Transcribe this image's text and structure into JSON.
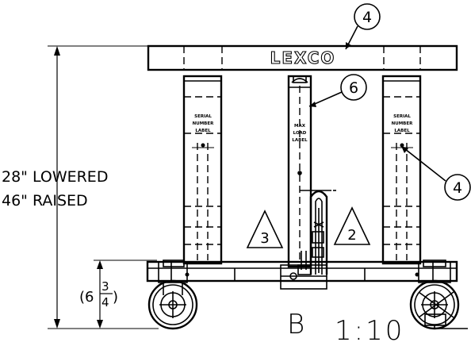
{
  "dimensions": {
    "height_lowered": "28\" LOWERED",
    "height_raised": "46\" RAISED",
    "caster_open": "(6",
    "caster_num": "3",
    "caster_den": "4",
    "caster_close": ")"
  },
  "balloons": {
    "top_cap": "4",
    "center_column": "6",
    "right_column": "4"
  },
  "triangles": {
    "left": "3",
    "right": "2"
  },
  "labels": {
    "brand": "LEXCO",
    "left_plate": [
      "SERIAL",
      "NUMBER",
      "LABEL"
    ],
    "center_plate": [
      "MAX",
      "LOAD",
      "LABEL"
    ],
    "right_plate": [
      "SERIAL",
      "NUMBER",
      "LABEL"
    ]
  },
  "view": {
    "letter": "B",
    "scale": "1:10"
  }
}
